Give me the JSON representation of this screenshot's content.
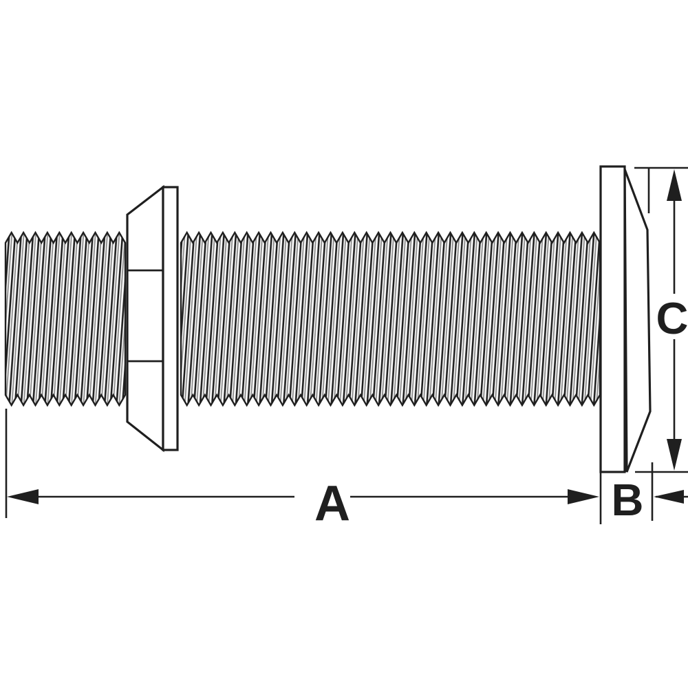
{
  "colors": {
    "ink": "#1f1f1f",
    "shade": "#8c8c8c",
    "background": "#ffffff"
  },
  "dimension_labels": {
    "a": "A",
    "b": "B",
    "c": "C"
  }
}
